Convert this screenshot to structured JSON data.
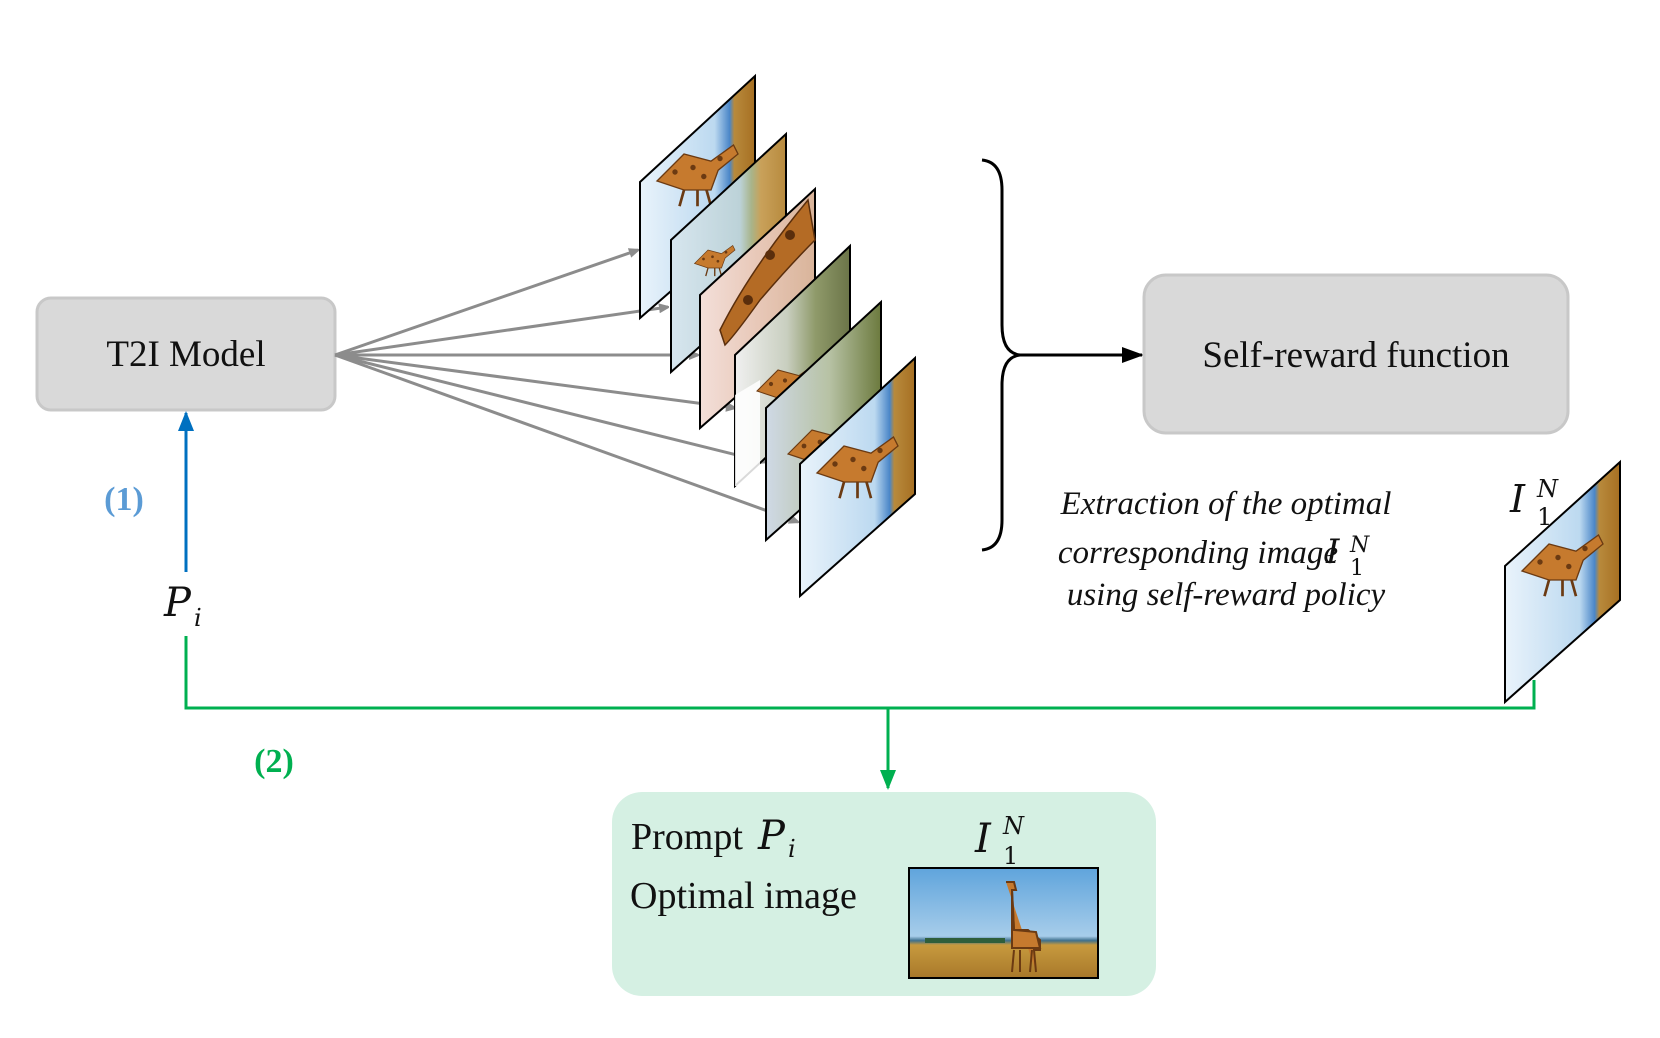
{
  "model_box": {
    "label": "T2I Model"
  },
  "reward_box": {
    "label": "Self-reward function"
  },
  "steps": {
    "step1": "(1)",
    "step2": "(2)"
  },
  "prompt_symbol": {
    "base": "P",
    "sub": "i"
  },
  "optimal_symbol": {
    "base": "I",
    "sub": "1",
    "sup": "N"
  },
  "caption": {
    "line1": "Extraction of the optimal",
    "line2": "corresponding image",
    "line3": "using self-reward policy"
  },
  "result_box": {
    "prompt_label": "Prompt",
    "image_label": "Optimal image"
  },
  "colors": {
    "box_fill": "#d9d9d9",
    "box_stroke": "#bfbfbf",
    "step1": "#5b9bd5",
    "arrow1": "#0070c0",
    "step2": "#00b050",
    "result_fill": "#d5f0e3",
    "fan_arrows": "#8c8c8c"
  },
  "icons": {
    "generated_images": "giraffe-photo-icon",
    "optimal_image": "giraffe-photo-icon"
  }
}
